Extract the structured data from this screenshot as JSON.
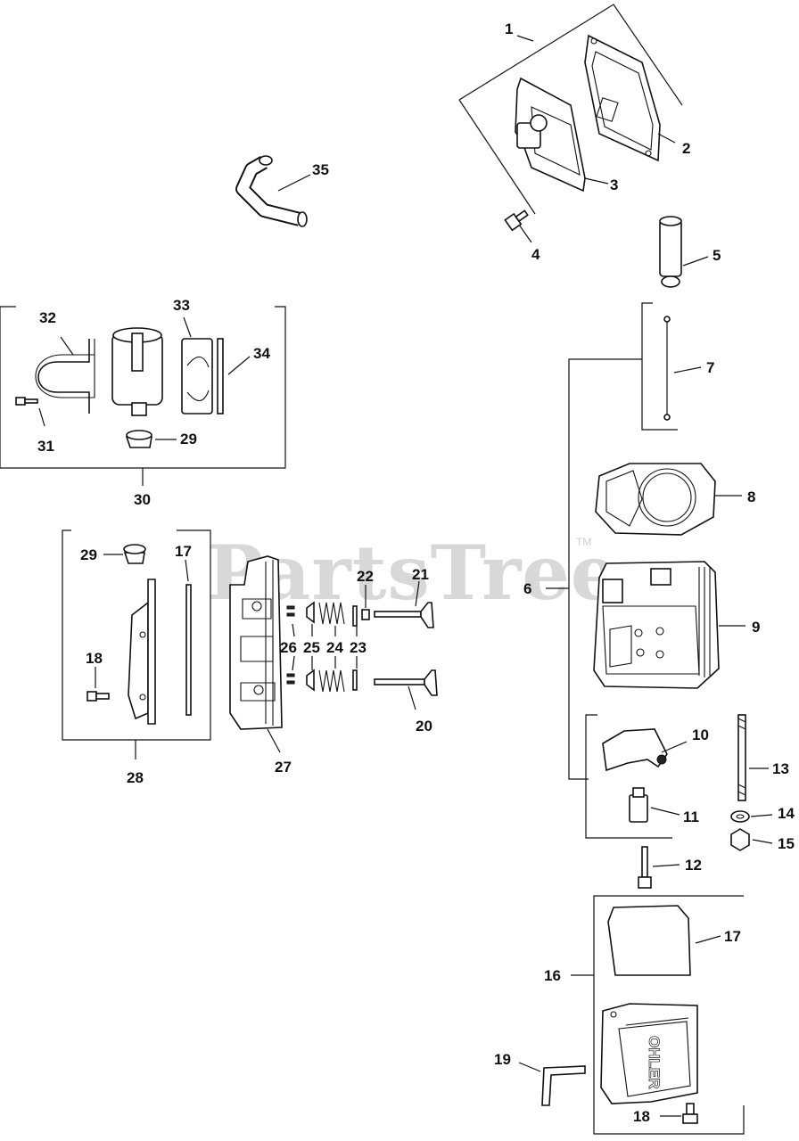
{
  "watermark": {
    "text": "PartsTree",
    "trademark": "TM"
  },
  "callouts": {
    "c1": "1",
    "c2": "2",
    "c3": "3",
    "c4": "4",
    "c5": "5",
    "c6": "6",
    "c7": "7",
    "c8": "8",
    "c9": "9",
    "c10": "10",
    "c11": "11",
    "c12": "12",
    "c13": "13",
    "c14": "14",
    "c15": "15",
    "c16": "16",
    "c17": "17",
    "c17b": "17",
    "c18": "18",
    "c18b": "18",
    "c19": "19",
    "c20": "20",
    "c21": "21",
    "c22": "22",
    "c23": "23",
    "c24": "24",
    "c25": "25",
    "c26": "26",
    "c27": "27",
    "c28": "28",
    "c29": "29",
    "c29b": "29",
    "c30": "30",
    "c31": "31",
    "c32": "32",
    "c33": "33",
    "c34": "34",
    "c35": "35"
  },
  "embossed_text": "OHLER"
}
